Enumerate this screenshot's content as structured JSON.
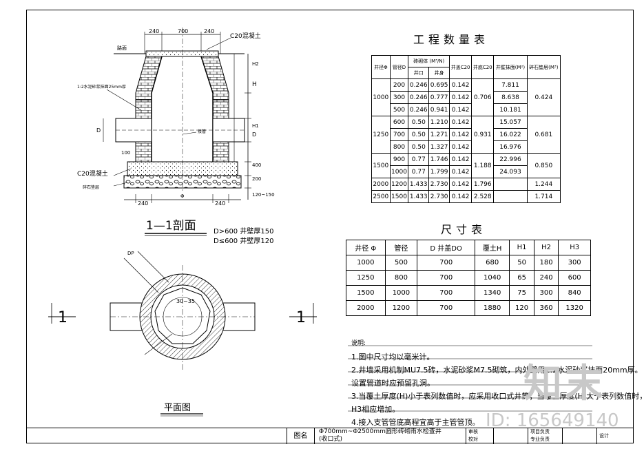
{
  "quantity_table": {
    "title": "工程数量表",
    "headers": {
      "well_dia": "井径Φ",
      "pipe_dia": "管径D",
      "brick_group": "砖砌体 (M³/N)",
      "brick_sub1": "井口",
      "brick_sub2": "井身",
      "c20_cover": "井盖C20",
      "c20_base": "井底C20",
      "col7": "井壁抹面(M²)",
      "col8": "碎石垫层(M³)"
    },
    "rows": [
      {
        "well": "1000",
        "pipe": "200",
        "a": "0.246",
        "b": "0.695",
        "c": "0.142",
        "d": "0.706",
        "e": "7.811",
        "f": "0.424"
      },
      {
        "well": "",
        "pipe": "300",
        "a": "0.246",
        "b": "0.777",
        "c": "0.142",
        "d": "",
        "e": "8.638",
        "f": ""
      },
      {
        "well": "",
        "pipe": "500",
        "a": "0.246",
        "b": "0.941",
        "c": "0.142",
        "d": "",
        "e": "10.181",
        "f": ""
      },
      {
        "well": "1250",
        "pipe": "600",
        "a": "0.50",
        "b": "1.210",
        "c": "0.142",
        "d": "0.931",
        "e": "15.057",
        "f": "0.681"
      },
      {
        "well": "",
        "pipe": "700",
        "a": "0.50",
        "b": "1.271",
        "c": "0.142",
        "d": "",
        "e": "16.022",
        "f": ""
      },
      {
        "well": "",
        "pipe": "800",
        "a": "0.50",
        "b": "1.327",
        "c": "0.142",
        "d": "",
        "e": "16.976",
        "f": ""
      },
      {
        "well": "1500",
        "pipe": "900",
        "a": "0.77",
        "b": "1.746",
        "c": "0.142",
        "d": "1.188",
        "e": "22.996",
        "f": "0.850"
      },
      {
        "well": "",
        "pipe": "1000",
        "a": "0.77",
        "b": "1.799",
        "c": "0.142",
        "d": "",
        "e": "24.093",
        "f": ""
      },
      {
        "well": "2000",
        "pipe": "1200",
        "a": "1.433",
        "b": "2.730",
        "c": "0.142",
        "d": "1.796",
        "e": "",
        "f": "1.244"
      },
      {
        "well": "2500",
        "pipe": "1500",
        "a": "1.433",
        "b": "2.730",
        "c": "0.142",
        "d": "2.528",
        "e": "",
        "f": "1.714"
      }
    ]
  },
  "dimension_table": {
    "title": "尺寸表",
    "headers": [
      "井径 Φ",
      "管径",
      "D 井盖DO",
      "覆土H",
      "H1",
      "H2",
      "H3"
    ],
    "rows": [
      [
        "1000",
        "500",
        "700",
        "680",
        "50",
        "180",
        "300"
      ],
      [
        "1250",
        "800",
        "700",
        "1040",
        "65",
        "240",
        "600"
      ],
      [
        "1500",
        "1000",
        "700",
        "1340",
        "75",
        "300",
        "840"
      ],
      [
        "2000",
        "1200",
        "700",
        "1880",
        "120",
        "360",
        "1320"
      ]
    ]
  },
  "section": {
    "title": "1—1剖面",
    "note1": "D>600 井壁厚150",
    "note2": "D≤600 井壁厚120",
    "dim_240_l": "240",
    "dim_700": "700",
    "dim_240_r": "240",
    "c20_top": "C20混凝土",
    "ground": "路面",
    "mortar": "1:2水泥砂浆抹面25mm厚",
    "pipe_label": "接管",
    "c20_base": "C20混凝土",
    "gravel": "碎石垫层",
    "dim_100": "100",
    "dim_h": "H",
    "dim_h1": "H1",
    "dim_h2": "H2",
    "dim_d": "D",
    "dim_phi": "Φ",
    "dim_bottom": "240",
    "dim_bottom_r": "240",
    "dim_d_left": "D",
    "dim_120_150": "120~150",
    "dim_400": "400",
    "dim_200": "200"
  },
  "plan": {
    "title": "平面图",
    "mark_left": "1",
    "mark_right": "1",
    "dim_30": "30~35",
    "dim_dp": "DP"
  },
  "notes": {
    "header": "说明:",
    "items": [
      "1.图中尺寸均以毫米计。",
      "2.井墙采用机制MU7.5砖，水泥砂浆M7.5砌筑，内外壁用1:2水泥砂浆抹面20mm厚。",
      "设置管道时应预留孔洞。",
      "3.当覆土厚度(H)小于表列数值时，应采用收口式井筒；当覆土厚度(H)大于表列数值时，",
      "H3相应增加。",
      "4.接入支管管底高程宜高于主管管顶。"
    ]
  },
  "title_block": {
    "name_label": "图名",
    "name": "Φ700mm~Φ2500mm圆形砖砌雨水检查井",
    "name2": "(收口式)",
    "r1": "审核",
    "r2": "校对",
    "r3": "项目负责",
    "r4": "专业负责",
    "r5": "设计"
  },
  "watermark": {
    "logo": "知末",
    "id": "ID: 165649140"
  }
}
